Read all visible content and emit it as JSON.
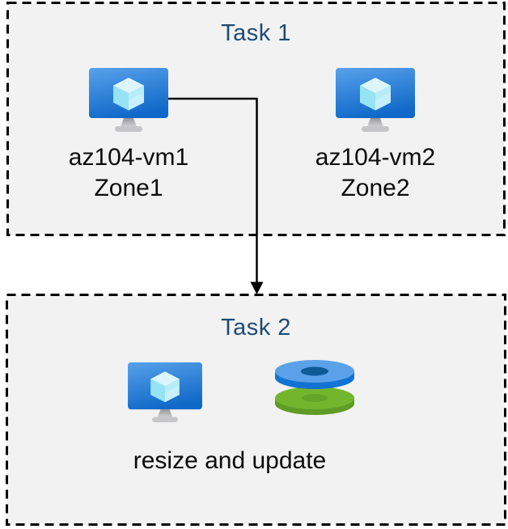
{
  "task1": {
    "title": "Task 1",
    "vms": [
      {
        "name": "az104-vm1",
        "zone": "Zone1"
      },
      {
        "name": "az104-vm2",
        "zone": "Zone2"
      }
    ]
  },
  "task2": {
    "title": "Task 2",
    "caption": "resize and update"
  },
  "arrow": {
    "description": "connector from az104-vm1 down to Task 2 box"
  },
  "icons": {
    "vm": "virtual-machine-icon",
    "disks": "disks-icon"
  },
  "colors": {
    "task_title": "#1D4B76",
    "box_background": "#F2F2F2",
    "box_border": "#000000",
    "label_text": "#0B0B0B",
    "vm_screen_top": "#55A0EA",
    "vm_screen_bottom": "#1068C8",
    "vm_cube_top": "#DDF6FE",
    "vm_cube_left": "#96E3F6",
    "vm_cube_right": "#C6F0FB",
    "disk_blue_side": "#1273D2",
    "disk_blue_top": "#5BA1EA",
    "disk_blue_hole": "#0E5A97",
    "disk_green_side": "#5E9C26",
    "disk_green_top": "#73B62E",
    "disk_green_hole": "#62A528"
  }
}
